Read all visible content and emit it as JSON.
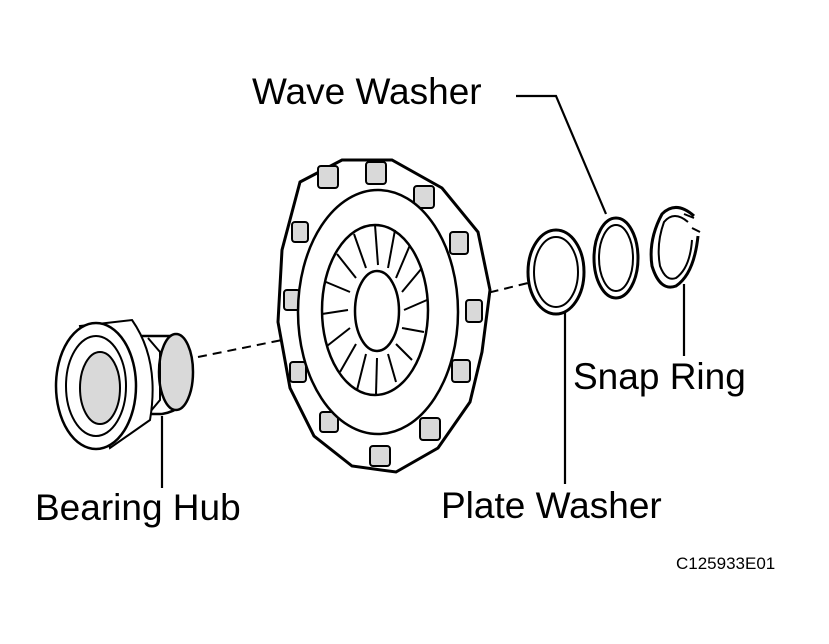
{
  "labels": {
    "wave_washer": "Wave Washer",
    "snap_ring": "Snap Ring",
    "plate_washer": "Plate Washer",
    "bearing_hub": "Bearing Hub"
  },
  "figure_code": "C125933E01",
  "colors": {
    "ink": "#000000",
    "paper": "#ffffff",
    "shade": "#d9d9d9"
  }
}
